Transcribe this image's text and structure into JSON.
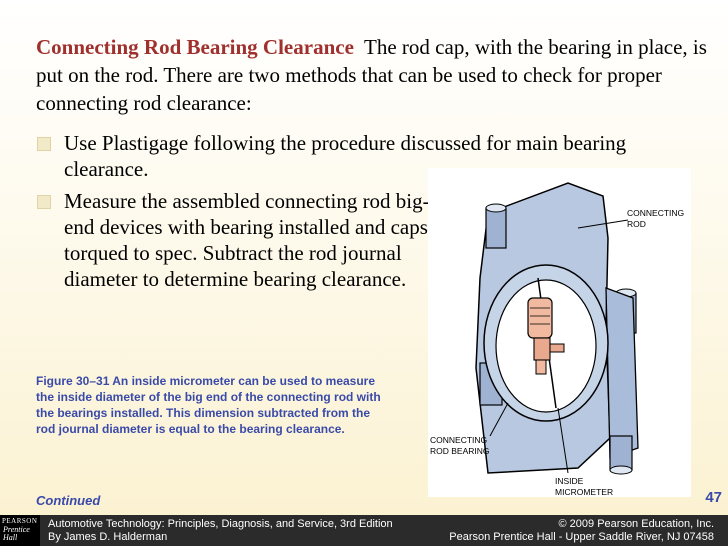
{
  "slide": {
    "title": "Connecting Rod Bearing Clearance",
    "intro": "The rod cap, with the bearing in place, is put on the rod. There are two methods that can be used to check for proper connecting rod clearance:",
    "bullets": [
      "Use Plastigage following the procedure discussed for main bearing clearance.",
      "Measure the assembled connecting rod big-end devices with bearing installed and caps torqued to spec. Subtract the rod journal diameter to determine bearing clearance."
    ],
    "caption": "Figure 30–31 An inside micrometer can be used to measure the inside diameter of the big end of the connecting rod with the bearings installed. This dimension subtracted from the rod journal diameter is equal to the bearing clearance.",
    "continued": "Continued",
    "page_number": "47"
  },
  "figure": {
    "labels": {
      "connecting_rod_1": "CONNECTING",
      "connecting_rod_2": "ROD",
      "rod_bearing_1": "CONNECTING",
      "rod_bearing_2": "ROD BEARING",
      "micrometer_1": "INSIDE",
      "micrometer_2": "MICROMETER"
    },
    "colors": {
      "rod": "#b8c8e0",
      "bearing": "#c6d4e8",
      "micrometer": "#f0b9a0"
    }
  },
  "footer": {
    "logo_top": "PEARSON",
    "logo_bottom": "Prentice Hall",
    "left_line1": "Automotive Technology: Principles, Diagnosis, and Service, 3rd Edition",
    "left_line2": "By James D. Halderman",
    "right_line1": "© 2009 Pearson Education, Inc.",
    "right_line2": "Pearson Prentice Hall - Upper Saddle River, NJ 07458"
  }
}
